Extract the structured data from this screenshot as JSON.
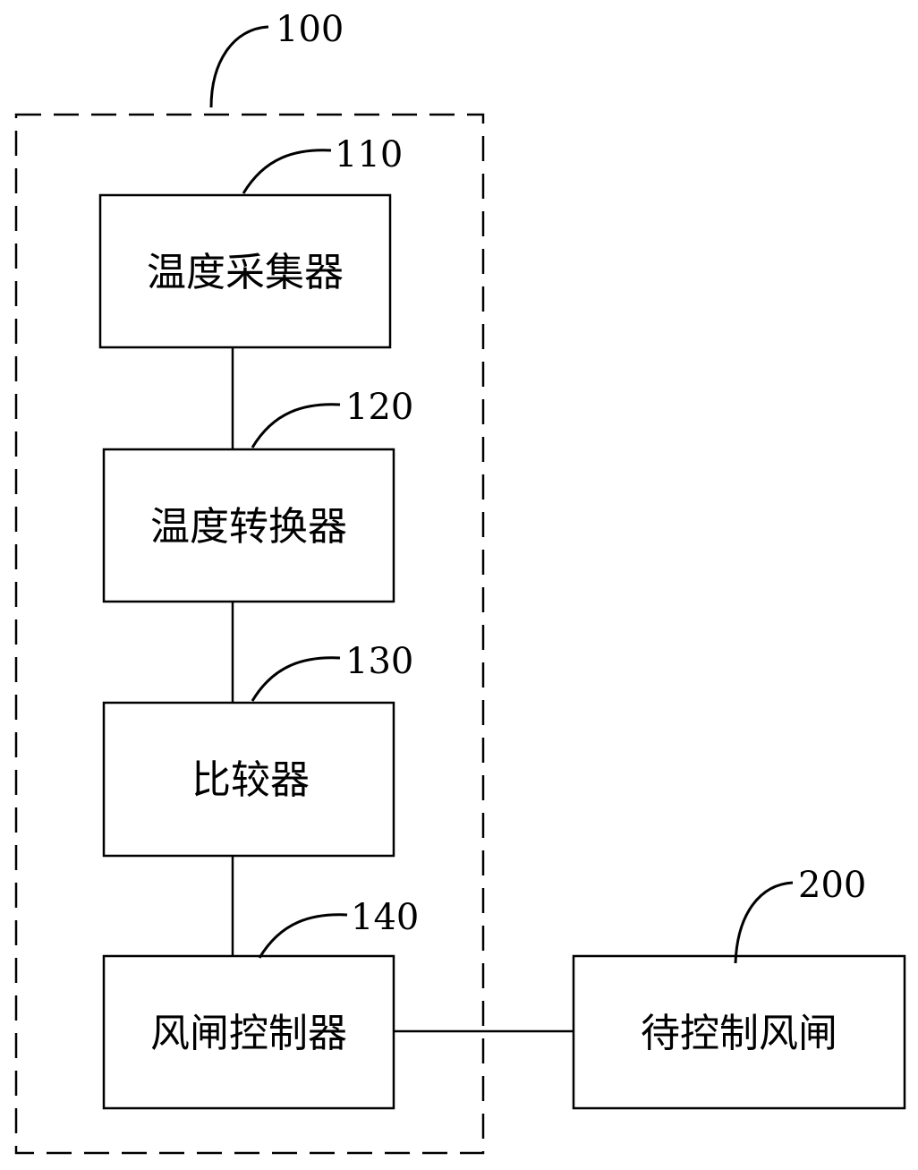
{
  "diagram": {
    "system_ref": "100",
    "modules": [
      {
        "ref": "110",
        "label": "温度采集器"
      },
      {
        "ref": "120",
        "label": "温度转换器"
      },
      {
        "ref": "130",
        "label": "比较器"
      },
      {
        "ref": "140",
        "label": "风闸控制器"
      }
    ],
    "external": {
      "ref": "200",
      "label": "待控制风闸"
    }
  }
}
